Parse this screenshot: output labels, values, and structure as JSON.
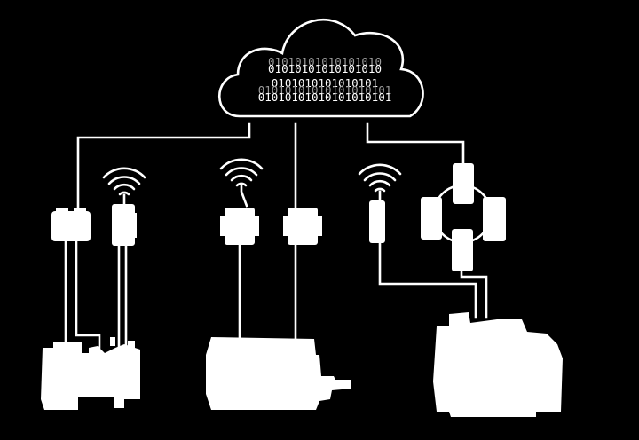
{
  "cloud": {
    "binary_lines": [
      "01010101010101010",
      "0101010101010101",
      "01010101010101010101"
    ],
    "binary_ghost_lines": [
      "01010101010101010",
      "01010101010101010101"
    ]
  },
  "colors": {
    "background": "#000000",
    "foreground": "#ffffff"
  },
  "icons": [
    "cloud-icon",
    "wireless-signal-icon",
    "io-module-icon",
    "machine-icon"
  ]
}
